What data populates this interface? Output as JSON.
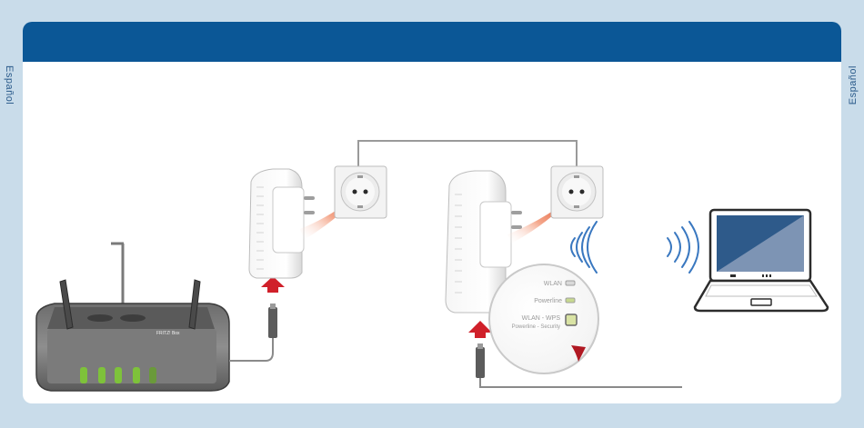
{
  "side_label_left": "Español",
  "side_label_right": "Español",
  "magnifier": {
    "wlan_label": "WLAN",
    "powerline_label": "Powerline",
    "wlan_wps_label": "WLAN - WPS",
    "powerline_security_label": "Powerline - Security"
  },
  "colors": {
    "header": "#0b5796",
    "page_background": "#c9dcea",
    "arrow_red": "#d0202a",
    "laptop_screen": "#2e5a8a",
    "led_green": "#7ec23a"
  }
}
